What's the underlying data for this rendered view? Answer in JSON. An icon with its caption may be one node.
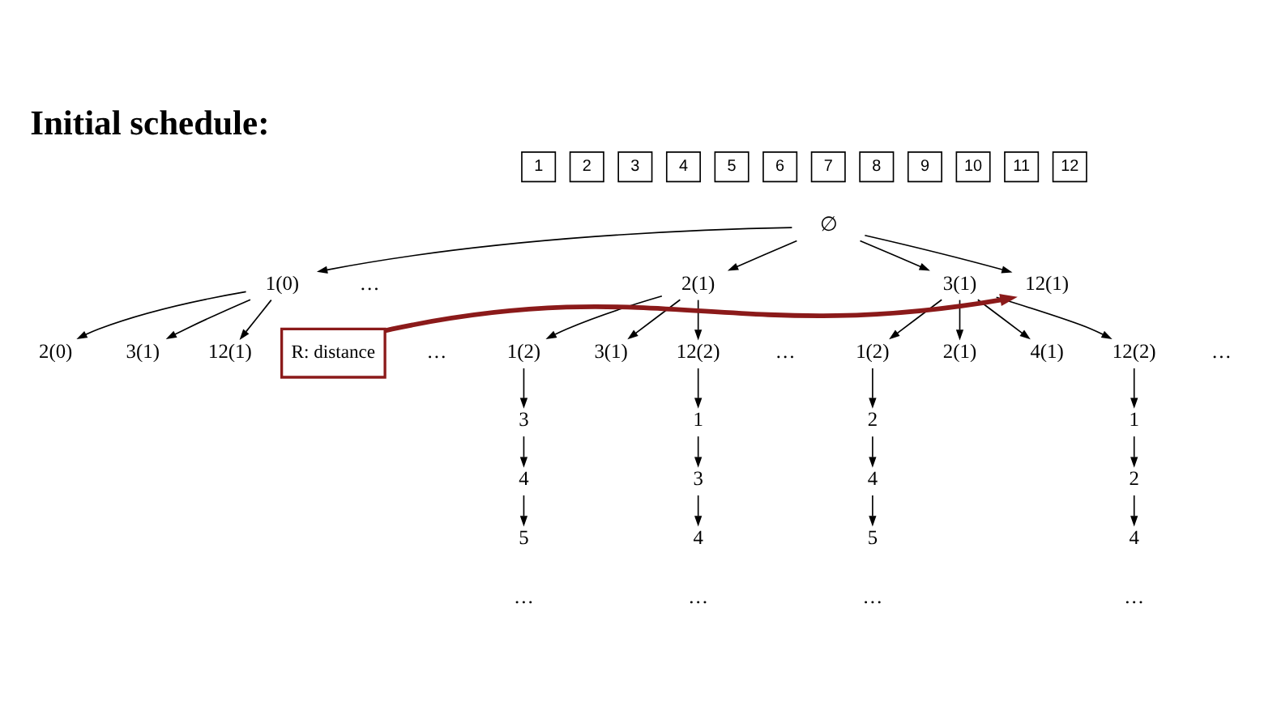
{
  "diagram": {
    "title": "Initial schedule:",
    "nodes": [
      {
        "text": [
          "1"
        ]
      },
      {
        "text": [
          "2"
        ]
      },
      {
        "text": [
          "3"
        ]
      },
      {
        "text": [
          "4"
        ]
      },
      {
        "text": [
          "5"
        ]
      },
      {
        "text": [
          "6"
        ]
      },
      {
        "text": [
          "7"
        ]
      },
      {
        "text": [
          "8"
        ]
      },
      {
        "text": [
          "9"
        ]
      },
      {
        "text": [
          "10"
        ]
      },
      {
        "text": [
          "11"
        ]
      },
      {
        "text": [
          "12"
        ]
      },
      {
        "text": [
          "∅"
        ]
      },
      {
        "text": [
          "1(0)"
        ]
      },
      {
        "text": [
          "2(1)"
        ]
      },
      {
        "text": [
          "3(1)"
        ]
      },
      {
        "text": [
          "12(1)"
        ]
      },
      {
        "text": [
          "2(0)"
        ]
      },
      {
        "text": [
          "3(1)"
        ]
      },
      {
        "text": [
          "12(1)"
        ]
      },
      {
        "text": [
          "1(2)"
        ]
      },
      {
        "text": [
          "3(1)"
        ]
      },
      {
        "text": [
          "12(2)"
        ]
      },
      {
        "text": [
          "1(2)"
        ]
      },
      {
        "text": [
          "2(1)"
        ]
      },
      {
        "text": [
          "4(1)"
        ]
      },
      {
        "text": [
          "12(2)"
        ]
      },
      {
        "text": [
          "3"
        ]
      },
      {
        "text": [
          "4"
        ]
      },
      {
        "text": [
          "5"
        ]
      },
      {
        "text": [
          "1"
        ]
      },
      {
        "text": [
          "3"
        ]
      },
      {
        "text": [
          "4"
        ]
      },
      {
        "text": [
          "2"
        ]
      },
      {
        "text": [
          "4"
        ]
      },
      {
        "text": [
          "5"
        ]
      },
      {
        "text": [
          "1"
        ]
      },
      {
        "text": [
          "2"
        ]
      },
      {
        "text": [
          "4"
        ]
      },
      {
        "text": [
          "R: distance"
        ]
      }
    ],
    "edges": [
      {
        "from": 12,
        "to": 13,
        "arrow": "to"
      },
      {
        "from": 12,
        "to": 14,
        "arrow": "to"
      },
      {
        "from": 12,
        "to": 15,
        "arrow": "to"
      },
      {
        "from": 12,
        "to": 16,
        "arrow": "to"
      },
      {
        "from": 13,
        "to": 17,
        "arrow": "to"
      },
      {
        "from": 13,
        "to": 18,
        "arrow": "to"
      },
      {
        "from": 13,
        "to": 19,
        "arrow": "to"
      },
      {
        "from": 14,
        "to": 20,
        "arrow": "to"
      },
      {
        "from": 14,
        "to": 21,
        "arrow": "to"
      },
      {
        "from": 14,
        "to": 22,
        "arrow": "to"
      },
      {
        "from": 15,
        "to": 23,
        "arrow": "to"
      },
      {
        "from": 15,
        "to": 24,
        "arrow": "to"
      },
      {
        "from": 15,
        "to": 25,
        "arrow": "to"
      },
      {
        "from": 15,
        "to": 26,
        "arrow": "to"
      },
      {
        "from": 20,
        "to": 27,
        "arrow": "to"
      },
      {
        "from": 27,
        "to": 28,
        "arrow": "to"
      },
      {
        "from": 28,
        "to": 29,
        "arrow": "to"
      },
      {
        "from": 22,
        "to": 30,
        "arrow": "to"
      },
      {
        "from": 30,
        "to": 31,
        "arrow": "to"
      },
      {
        "from": 31,
        "to": 32,
        "arrow": "to"
      },
      {
        "from": 23,
        "to": 33,
        "arrow": "to"
      },
      {
        "from": 33,
        "to": 34,
        "arrow": "to"
      },
      {
        "from": 34,
        "to": 35,
        "arrow": "to"
      },
      {
        "from": 26,
        "to": 36,
        "arrow": "to"
      },
      {
        "from": 36,
        "to": 37,
        "arrow": "to"
      },
      {
        "from": 37,
        "to": 38,
        "arrow": "to"
      },
      {
        "from": 39,
        "to": 16,
        "arrow": "to",
        "color": "#8b1a1a",
        "style": "thick"
      }
    ],
    "labels": [
      "…",
      "…",
      "…",
      "…",
      "…",
      "…",
      "…",
      "…"
    ]
  }
}
